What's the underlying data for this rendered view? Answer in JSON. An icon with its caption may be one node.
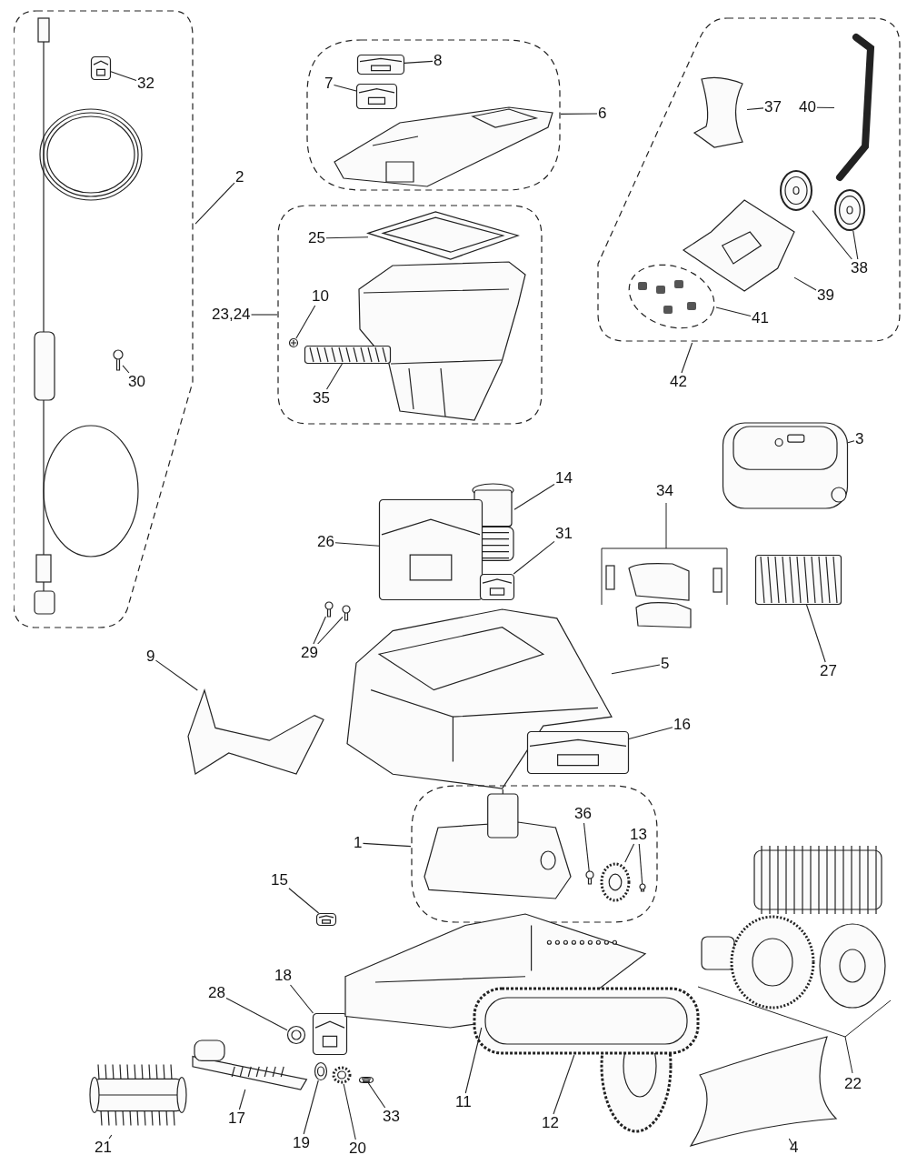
{
  "diagram": {
    "nodes": [
      {
        "text": [],
        "shape": "box"
      },
      {
        "text": [
          "2"
        ]
      },
      {
        "text": [
          "32"
        ],
        "in": 0
      },
      {
        "text": [],
        "shape": "picture",
        "in": 0
      },
      {
        "text": [
          "30"
        ],
        "in": 0
      },
      {
        "text": [],
        "shape": "picture",
        "in": 0
      },
      {
        "text": [],
        "shape": "box"
      },
      {
        "text": [
          "6"
        ]
      },
      {
        "text": [
          "8"
        ],
        "in": 6
      },
      {
        "text": [],
        "shape": "picture",
        "in": 6
      },
      {
        "text": [
          "7"
        ],
        "in": 6
      },
      {
        "text": [],
        "shape": "picture",
        "in": 6
      },
      {
        "text": [],
        "shape": "box"
      },
      {
        "text": [
          "23,24"
        ]
      },
      {
        "text": [
          "25"
        ],
        "in": 12
      },
      {
        "text": [],
        "shape": "picture",
        "in": 12
      },
      {
        "text": [
          "10"
        ],
        "in": 12
      },
      {
        "text": [],
        "shape": "picture",
        "in": 12
      },
      {
        "text": [
          "35"
        ],
        "in": 12
      },
      {
        "text": [],
        "shape": "picture",
        "in": 12
      },
      {
        "text": [],
        "shape": "box"
      },
      {
        "text": [
          "42"
        ]
      },
      {
        "text": [
          "37"
        ],
        "in": 20
      },
      {
        "text": [],
        "shape": "picture",
        "in": 20
      },
      {
        "text": [
          "40"
        ],
        "in": 20
      },
      {
        "text": [],
        "shape": "picture",
        "in": 20
      },
      {
        "text": [
          "38"
        ],
        "in": 20
      },
      {
        "text": [],
        "shape": "picture",
        "in": 20
      },
      {
        "text": [],
        "shape": "picture",
        "in": 20
      },
      {
        "text": [
          "39"
        ],
        "in": 20
      },
      {
        "text": [],
        "shape": "picture",
        "in": 20
      },
      {
        "text": [
          "41"
        ],
        "in": 20
      },
      {
        "text": [],
        "shape": "ellipse",
        "in": 20
      },
      {
        "text": [
          "3"
        ]
      },
      {
        "text": [],
        "shape": "picture"
      },
      {
        "text": [
          "14"
        ]
      },
      {
        "text": [],
        "shape": "picture"
      },
      {
        "text": [
          "26"
        ]
      },
      {
        "text": [],
        "shape": "picture"
      },
      {
        "text": [
          "31"
        ]
      },
      {
        "text": [],
        "shape": "picture"
      },
      {
        "text": [
          "27"
        ]
      },
      {
        "text": [],
        "shape": "picture"
      },
      {
        "text": [
          "29"
        ]
      },
      {
        "text": [],
        "shape": "picture"
      },
      {
        "text": [],
        "shape": "picture"
      },
      {
        "text": [
          "9"
        ]
      },
      {
        "text": [],
        "shape": "picture"
      },
      {
        "text": [
          "5"
        ]
      },
      {
        "text": [],
        "shape": "picture"
      },
      {
        "text": [
          "16"
        ]
      },
      {
        "text": [],
        "shape": "picture"
      },
      {
        "text": [],
        "shape": "box"
      },
      {
        "text": [
          "1"
        ]
      },
      {
        "text": [],
        "shape": "picture",
        "in": 52
      },
      {
        "text": [
          "36"
        ],
        "in": 52
      },
      {
        "text": [],
        "shape": "picture",
        "in": 52
      },
      {
        "text": [
          "13"
        ],
        "in": 52
      },
      {
        "text": [],
        "shape": "picture",
        "in": 52
      },
      {
        "text": [],
        "shape": "picture",
        "in": 52
      },
      {
        "text": [
          "15"
        ]
      },
      {
        "text": [],
        "shape": "picture"
      },
      {
        "text": [
          "28"
        ]
      },
      {
        "text": [],
        "shape": "picture"
      },
      {
        "text": [
          "18"
        ]
      },
      {
        "text": [],
        "shape": "picture"
      },
      {
        "text": [
          "17"
        ]
      },
      {
        "text": [],
        "shape": "picture"
      },
      {
        "text": [
          "21"
        ]
      },
      {
        "text": [],
        "shape": "picture"
      },
      {
        "text": [
          "19"
        ]
      },
      {
        "text": [],
        "shape": "picture"
      },
      {
        "text": [
          "20"
        ]
      },
      {
        "text": [],
        "shape": "picture"
      },
      {
        "text": [
          "33"
        ]
      },
      {
        "text": [],
        "shape": "picture"
      },
      {
        "text": [
          "11"
        ]
      },
      {
        "text": [],
        "shape": "picture"
      },
      {
        "text": [
          "12"
        ]
      },
      {
        "text": [],
        "shape": "picture"
      },
      {
        "text": [
          "4"
        ]
      },
      {
        "text": [],
        "shape": "picture"
      }
    ],
    "edges": [
      {
        "from": 1,
        "to": 0,
        "arrow": "none"
      },
      {
        "from": 2,
        "to": 3,
        "arrow": "none"
      },
      {
        "from": 4,
        "to": 5,
        "arrow": "none"
      },
      {
        "from": 7,
        "to": 6,
        "arrow": "none"
      },
      {
        "from": 8,
        "to": 9,
        "arrow": "none"
      },
      {
        "from": 10,
        "to": 11,
        "arrow": "none"
      },
      {
        "from": 13,
        "to": 12,
        "arrow": "none"
      },
      {
        "from": 14,
        "to": 15,
        "arrow": "none"
      },
      {
        "from": 16,
        "to": 17,
        "arrow": "none"
      },
      {
        "from": 18,
        "to": 19,
        "arrow": "none"
      },
      {
        "from": 21,
        "to": 20,
        "arrow": "none"
      },
      {
        "from": 22,
        "to": 23,
        "arrow": "none"
      },
      {
        "from": 24,
        "to": 25,
        "arrow": "none"
      },
      {
        "from": 26,
        "to": 27,
        "arrow": "none"
      },
      {
        "from": 26,
        "to": 28,
        "arrow": "none"
      },
      {
        "from": 29,
        "to": 30,
        "arrow": "none"
      },
      {
        "from": 31,
        "to": 32,
        "arrow": "none"
      },
      {
        "from": 33,
        "to": 34,
        "arrow": "none"
      },
      {
        "from": 35,
        "to": 36,
        "arrow": "none"
      },
      {
        "from": 37,
        "to": 38,
        "arrow": "none"
      },
      {
        "from": 39,
        "to": 40,
        "arrow": "none"
      },
      {
        "from": 41,
        "to": 42,
        "arrow": "none"
      },
      {
        "from": 43,
        "to": 44,
        "arrow": "none"
      },
      {
        "from": 43,
        "to": 45,
        "arrow": "none"
      },
      {
        "from": 46,
        "to": 47,
        "arrow": "none"
      },
      {
        "from": 48,
        "to": 49,
        "arrow": "none"
      },
      {
        "from": 50,
        "to": 51,
        "arrow": "none"
      },
      {
        "from": 53,
        "to": 52,
        "arrow": "none"
      },
      {
        "from": 55,
        "to": 56,
        "arrow": "none"
      },
      {
        "from": 57,
        "to": 58,
        "arrow": "none"
      },
      {
        "from": 57,
        "to": 59,
        "arrow": "none"
      },
      {
        "from": 60,
        "to": 61,
        "arrow": "none"
      },
      {
        "from": 62,
        "to": 63,
        "arrow": "none"
      },
      {
        "from": 64,
        "to": 65,
        "arrow": "none"
      },
      {
        "from": 66,
        "to": 67,
        "arrow": "none"
      },
      {
        "from": 68,
        "to": 69,
        "arrow": "none"
      },
      {
        "from": 70,
        "to": 71,
        "arrow": "none"
      },
      {
        "from": 72,
        "to": 73,
        "arrow": "none"
      },
      {
        "from": 74,
        "to": 75,
        "arrow": "none"
      },
      {
        "from": 76,
        "to": 77,
        "arrow": "none"
      },
      {
        "from": 78,
        "to": 79,
        "arrow": "none"
      },
      {
        "from": 80,
        "to": 81,
        "arrow": "none"
      }
    ],
    "labels": [
      "34",
      "22"
    ]
  }
}
